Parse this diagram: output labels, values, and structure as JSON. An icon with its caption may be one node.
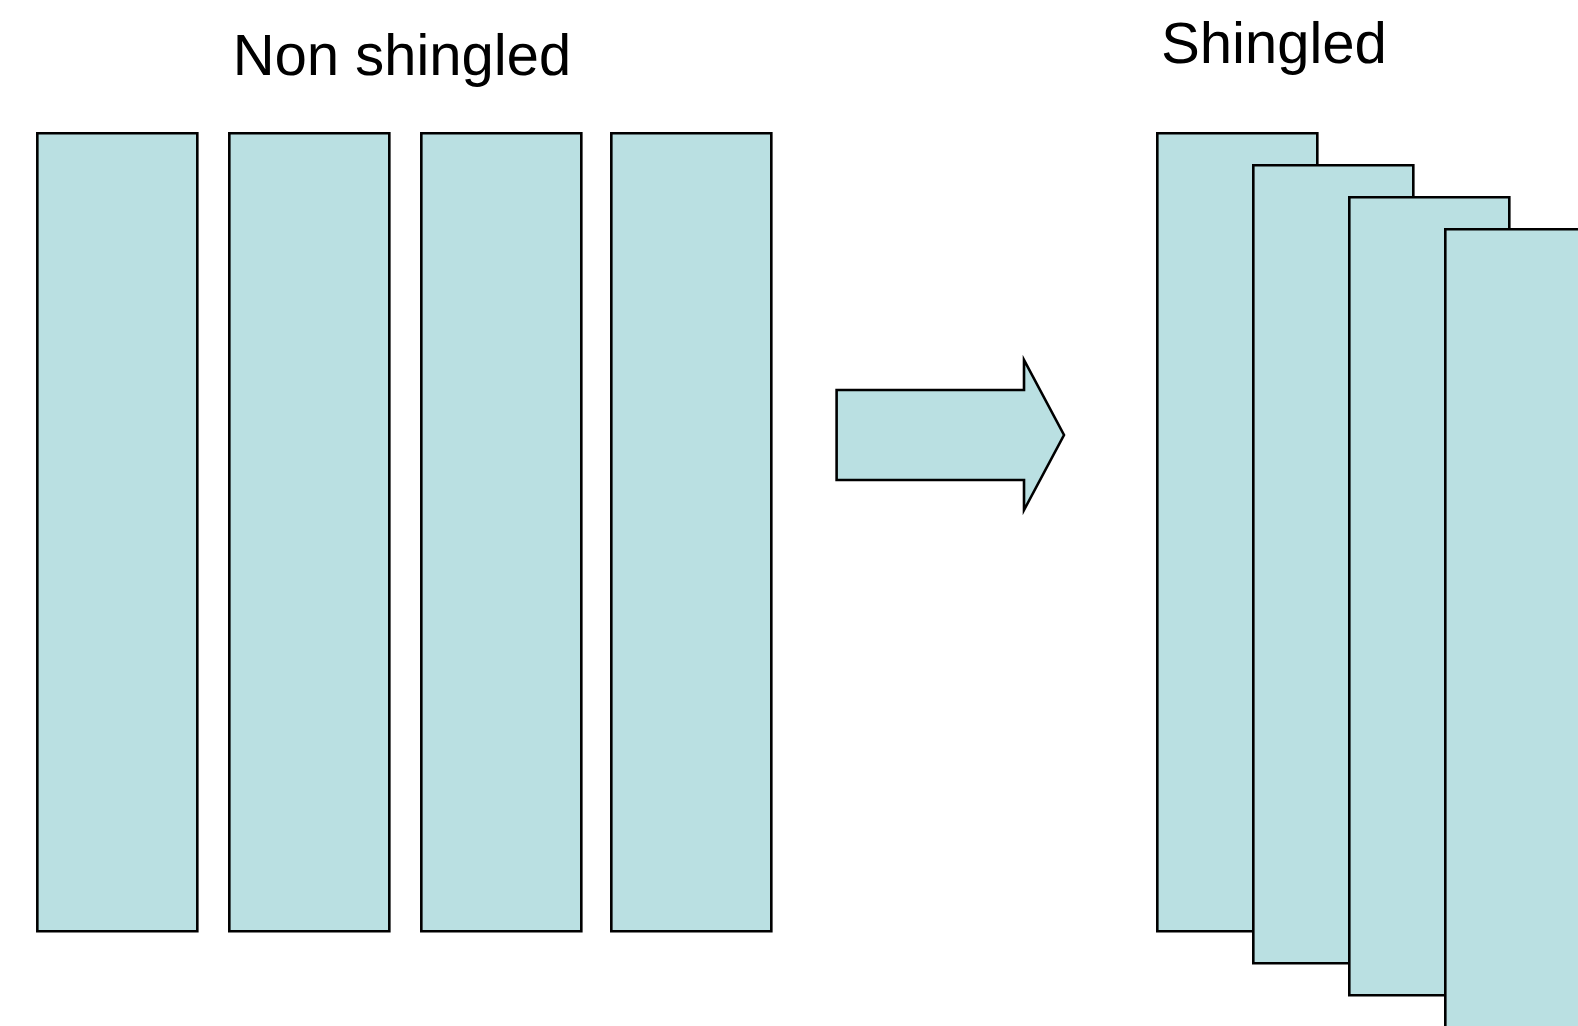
{
  "diagram": {
    "nodes": [
      {
        "text": [],
        "shape": "bar"
      },
      {
        "text": [],
        "shape": "bar"
      },
      {
        "text": [],
        "shape": "bar"
      },
      {
        "text": [],
        "shape": "bar"
      },
      {
        "text": [],
        "shape": "bar"
      },
      {
        "text": [],
        "shape": "bar"
      },
      {
        "text": [],
        "shape": "bar"
      },
      {
        "text": [],
        "shape": "bar"
      }
    ],
    "edges": [
      {
        "from": 3,
        "to": 4,
        "arrow": "to"
      }
    ],
    "labels": [
      "Non shingled",
      "Shingled"
    ]
  }
}
